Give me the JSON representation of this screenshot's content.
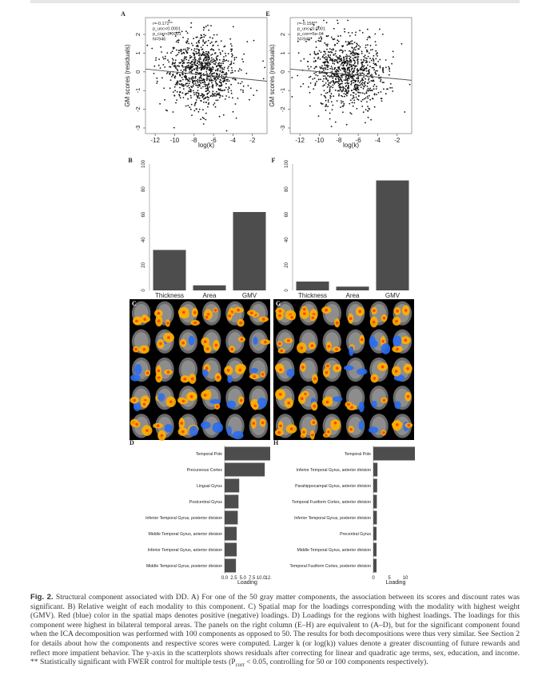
{
  "panels": {
    "A": "A",
    "E": "E",
    "B": "B",
    "F": "F",
    "C": "C",
    "G": "G",
    "D": "D",
    "H": "H"
  },
  "scatter_axis": {
    "xlabel": "log(k)",
    "ylabel": "GM scores (residuals)"
  },
  "stats": {
    "A": [
      "r=-0.172**",
      "p_unc<0.0001",
      "p_corr<0.0001",
      "N=946"
    ],
    "E": [
      "r=-0.158**",
      "p_unc<0.0001",
      "p_corr=5e-04",
      "N=946"
    ]
  },
  "colors": {
    "bar": "#4d4d4d",
    "positive": "#ffb000",
    "negative": "#2a6df0",
    "brain_bg": "#000000"
  },
  "chart_data": [
    {
      "id": "A",
      "type": "scatter",
      "xlabel": "log(k)",
      "ylabel": "GM scores (residuals)",
      "xlim": [
        -13,
        -0.5
      ],
      "ylim": [
        -3.3,
        2.9
      ],
      "xticks": [
        -12,
        -10,
        -8,
        -6,
        -4,
        -2
      ],
      "yticks": [
        -3,
        -2,
        -1,
        0,
        1,
        2
      ],
      "n_points": 946,
      "fit_line": [
        [
          -13,
          0.15
        ],
        [
          -0.5,
          -0.5
        ]
      ]
    },
    {
      "id": "E",
      "type": "scatter",
      "xlabel": "log(k)",
      "ylabel": "GM scores (residuals)",
      "xlim": [
        -13,
        -0.5
      ],
      "ylim": [
        -3.3,
        2.9
      ],
      "xticks": [
        -12,
        -10,
        -8,
        -6,
        -4,
        -2
      ],
      "yticks": [
        -3,
        -2,
        -1,
        0,
        1,
        2
      ],
      "n_points": 946,
      "fit_line": [
        [
          -13,
          0.15
        ],
        [
          -0.5,
          -0.45
        ]
      ]
    },
    {
      "id": "B",
      "type": "bar",
      "categories": [
        "Thickness",
        "Area",
        "GMV"
      ],
      "values": [
        32,
        4,
        62
      ],
      "ylim": [
        0,
        100
      ],
      "yticks": [
        0,
        20,
        40,
        60,
        80,
        100
      ]
    },
    {
      "id": "F",
      "type": "bar",
      "categories": [
        "Thickness",
        "Area",
        "GMV"
      ],
      "values": [
        7,
        3,
        87
      ],
      "ylim": [
        0,
        100
      ],
      "yticks": [
        0,
        20,
        40,
        60,
        80,
        100
      ]
    },
    {
      "id": "D",
      "type": "bar",
      "orientation": "horizontal",
      "xlabel": "Loading",
      "categories": [
        "Temporal Pole",
        "Precuneous Cortex",
        "Lingual Gyrus",
        "Postcentral Gyrus",
        "Inferior Temporal Gyrus, posterior division",
        "Middle Temporal Gyrus, anterior division",
        "Inferior Temporal Gyrus, anterior division",
        "Middle Temporal Gyrus, posterior division"
      ],
      "values": [
        12.5,
        11.0,
        4.0,
        3.8,
        3.6,
        3.3,
        3.3,
        3.1
      ],
      "xlim": [
        0,
        12.5
      ],
      "xtick_labels": [
        "0.0",
        "2.5",
        "5.0",
        "7.5",
        "10.0",
        "12."
      ],
      "xtick_values": [
        0,
        2.5,
        5,
        7.5,
        10,
        12
      ]
    },
    {
      "id": "H",
      "type": "bar",
      "orientation": "horizontal",
      "xlabel": "Loading",
      "categories": [
        "Temporal Pole",
        "Inferior Temporal Gyrus, anterior division",
        "Parahippocampal Gyrus, anterior division",
        "Temporal Fusiform Cortex, anterior division",
        "Inferior Temporal Gyrus, posterior division",
        "Precentral Gyrus",
        "Middle Temporal Gyrus, anterior division",
        "Temporal Fusiform Cortex, posterior division"
      ],
      "values": [
        13.0,
        1.3,
        1.2,
        1.1,
        1.1,
        1.0,
        1.0,
        1.0
      ],
      "xlim": [
        0,
        13
      ],
      "xtick_labels": [
        "0",
        "5",
        "10"
      ],
      "xtick_values": [
        0,
        5,
        10
      ]
    }
  ],
  "caption": {
    "label": "Fig. 2.",
    "text": " Structural component associated with DD. A) For one of the 50 gray matter components, the association between its scores and discount rates was significant. B) Relative weight of each modality to this component. C) Spatial map for the loadings corresponding with the modality with highest weight (GMV). Red (blue) color in the spatial maps denotes positive (negative) loadings. D) Loadings for the regions with highest loadings. The loadings for this component were highest in bilateral temporal areas. The panels on the right column (E–H) are equivalent to (A–D), but for the significant component found when the ICA decomposition was performed with 100 components as opposed to 50. The results for both decompositions were thus very similar. See Section 2 for details about how the components and respective scores were computed. Larger k (or log(k)) values denote a greater discounting of future rewards and reflect more impatient behavior. The y-axis in the scatterplots shows residuals after correcting for linear and quadratic age terms, sex, education, and income. ** Statistically significant with FWER control for multiple tests (P",
    "sub": "corr",
    "tail": " < 0.05, controlling for 50 or 100 components respectively)."
  }
}
